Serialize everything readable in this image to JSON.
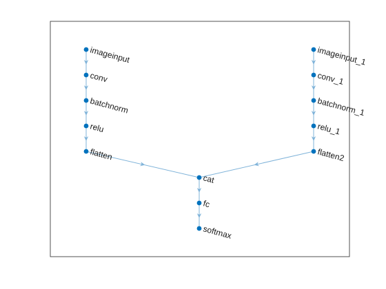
{
  "graph": {
    "colors": {
      "background": "#ffffff",
      "axes_border": "#262626",
      "edge": "#7fb3d9",
      "node": "#0072bd",
      "label": "#1a1a1a"
    },
    "nodes": [
      {
        "id": "imageinput",
        "label": "imageinput"
      },
      {
        "id": "conv",
        "label": "conv"
      },
      {
        "id": "batchnorm",
        "label": "batchnorm"
      },
      {
        "id": "relu",
        "label": "relu"
      },
      {
        "id": "flatten",
        "label": "flatten"
      },
      {
        "id": "imageinput_1",
        "label": "imageinput_1"
      },
      {
        "id": "conv_1",
        "label": "conv_1"
      },
      {
        "id": "batchnorm_1",
        "label": "batchnorm_1"
      },
      {
        "id": "relu_1",
        "label": "relu_1"
      },
      {
        "id": "flatten2",
        "label": "flatten2"
      },
      {
        "id": "cat",
        "label": "cat"
      },
      {
        "id": "fc",
        "label": "fc"
      },
      {
        "id": "softmax",
        "label": "softmax"
      }
    ],
    "edges": [
      [
        "imageinput",
        "conv"
      ],
      [
        "conv",
        "batchnorm"
      ],
      [
        "batchnorm",
        "relu"
      ],
      [
        "relu",
        "flatten"
      ],
      [
        "flatten",
        "cat"
      ],
      [
        "imageinput_1",
        "conv_1"
      ],
      [
        "conv_1",
        "batchnorm_1"
      ],
      [
        "batchnorm_1",
        "relu_1"
      ],
      [
        "relu_1",
        "flatten2"
      ],
      [
        "flatten2",
        "cat"
      ],
      [
        "cat",
        "fc"
      ],
      [
        "fc",
        "softmax"
      ]
    ]
  }
}
